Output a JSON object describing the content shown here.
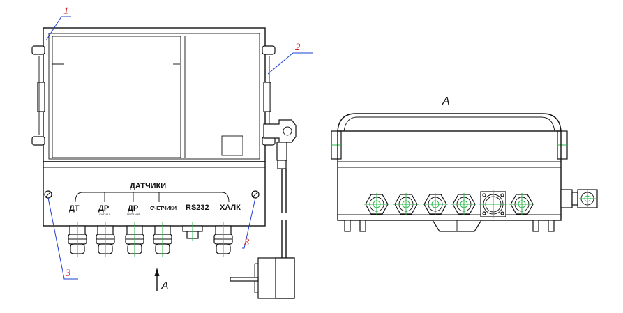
{
  "callouts": {
    "c1": "1",
    "c2": "2",
    "c3_left": "3",
    "c3_right": "3"
  },
  "panel": {
    "title": "ДАТЧИКИ",
    "ports": [
      "ДТ",
      "ДР",
      "ДР",
      "СЧЕТЧИКИ",
      "RS232",
      "ХАЛК"
    ],
    "sublabels": [
      "СИГНАЛ",
      "ПИТАНИЕ"
    ]
  },
  "view": {
    "arrow_label": "А",
    "side_view_label": "А"
  },
  "colors": {
    "callout": "#d42020",
    "leader": "#1e3fd0",
    "centerline": "#2db84b",
    "outline": "#111111"
  }
}
